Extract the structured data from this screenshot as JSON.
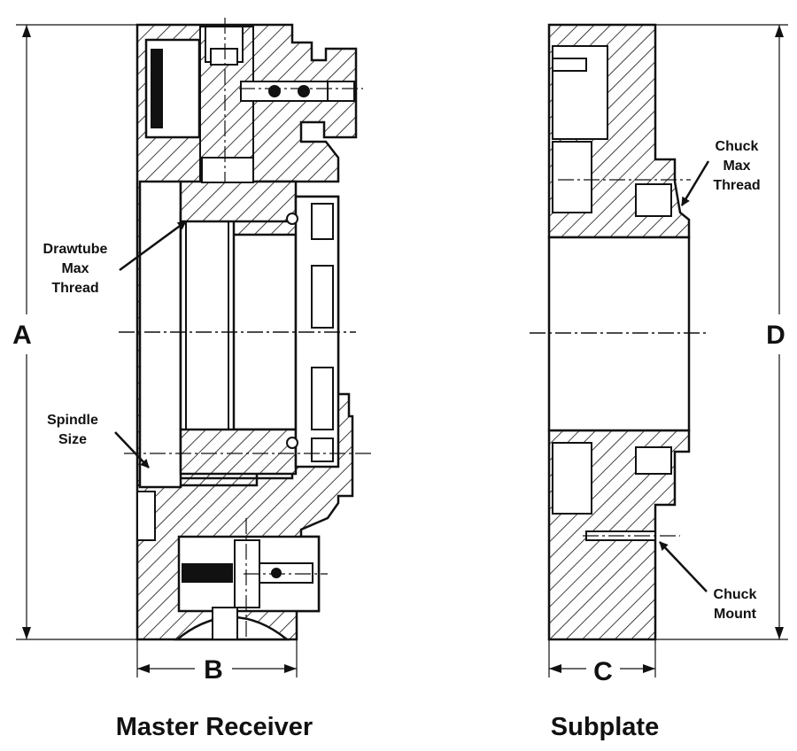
{
  "labels": {
    "drawtube": [
      "Drawtube",
      "Max",
      "Thread"
    ],
    "spindle": [
      "Spindle",
      "Size"
    ],
    "chuck_thread": [
      "Chuck",
      "Max",
      "Thread"
    ],
    "chuck_mount": [
      "Chuck",
      "Mount"
    ]
  },
  "dimensions": {
    "A": "A",
    "B": "B",
    "C": "C",
    "D": "D"
  },
  "captions": {
    "master": "Master Receiver",
    "subplate": "Subplate"
  }
}
